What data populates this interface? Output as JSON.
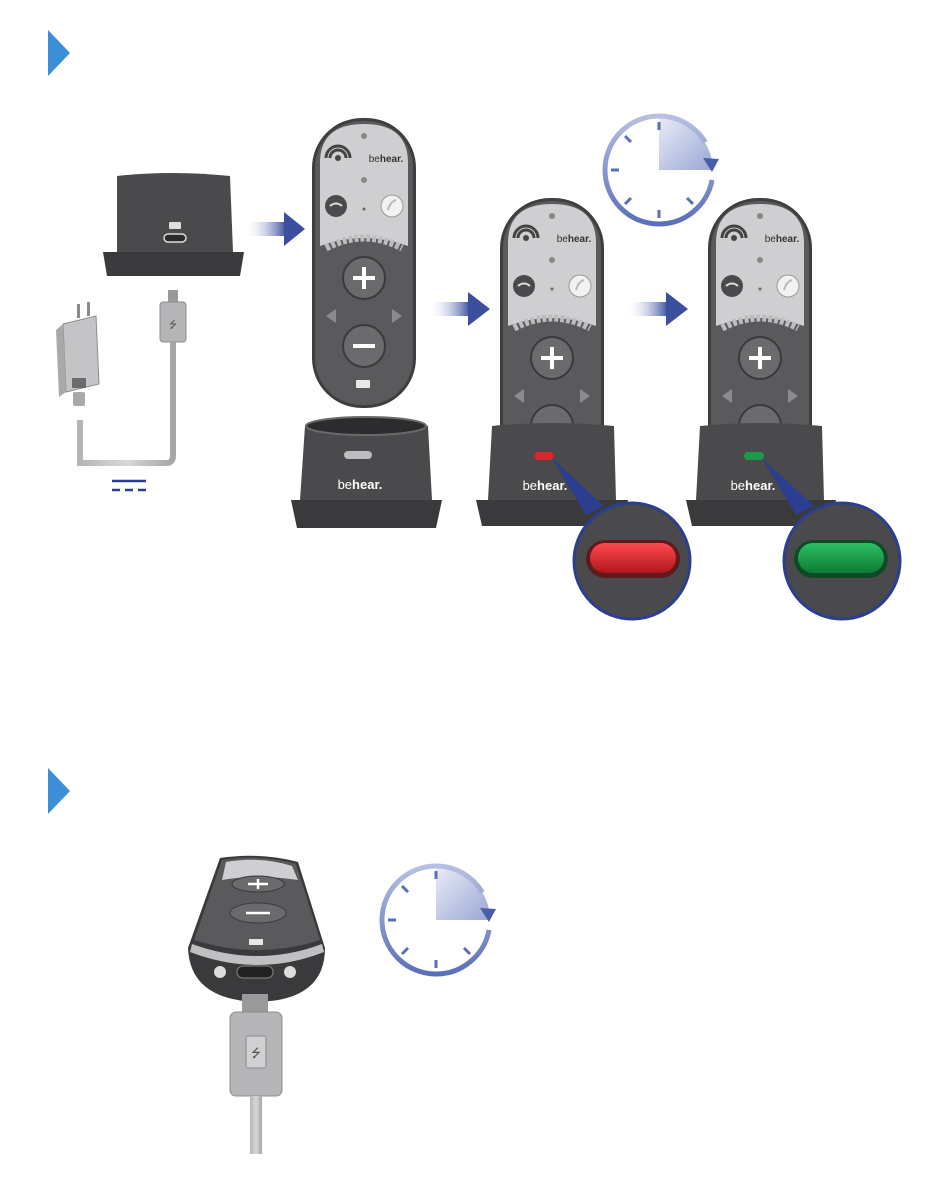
{
  "brand": {
    "prefix": "be",
    "suffix": "hear."
  },
  "symbols": {
    "dc_power": "⎓",
    "usb": "USB",
    "plus": "+",
    "minus": "−",
    "music_note": "♪"
  },
  "colors": {
    "step_marker": "#3c8fd6",
    "device_dark": "#4a4a4d",
    "device_silver": "#c8c8ca",
    "dock_dark": "#48484b",
    "arrow_blue": "#3b4f9e",
    "led_red": "#d9252b",
    "led_green": "#1a9a4a",
    "clock_blue": "#5a6fb8"
  },
  "steps": [
    {
      "name": "dock-charging-sequence",
      "led_states": [
        "red",
        "green"
      ]
    },
    {
      "name": "usb-direct-charging"
    }
  ]
}
